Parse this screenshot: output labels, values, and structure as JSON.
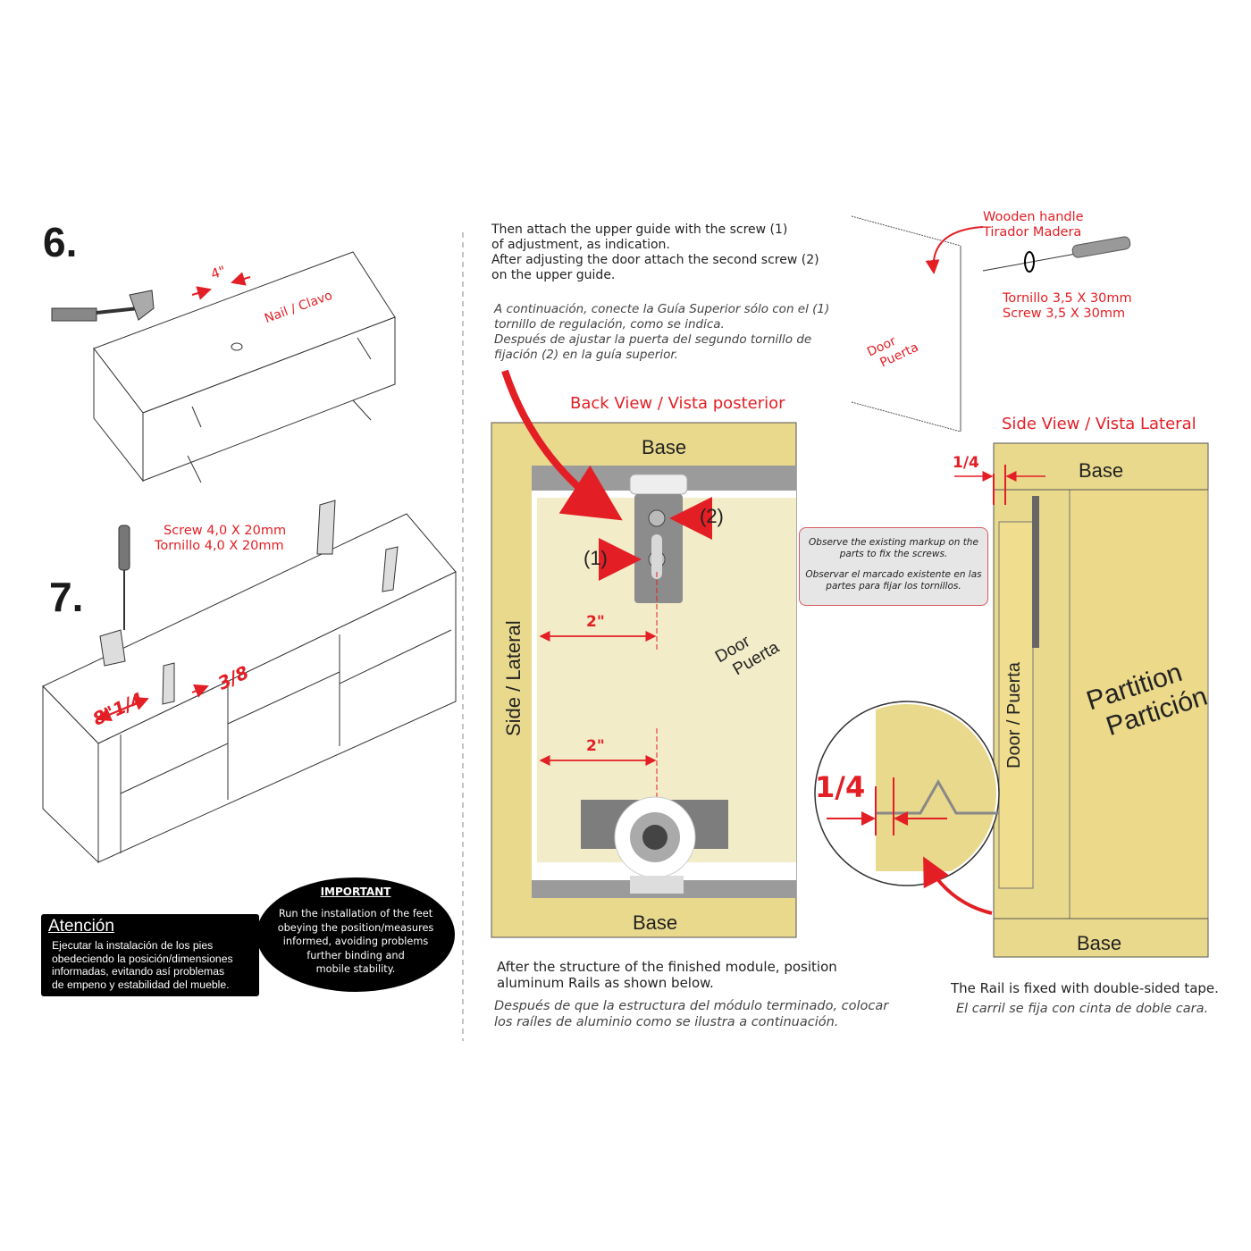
{
  "step6": {
    "number": "6.",
    "spacing": "4\"",
    "nail_label": "Nail / Clavo"
  },
  "step7": {
    "number": "7.",
    "screw_en": "Screw 4,0 X 20mm",
    "screw_es": "Tornillo 4,0 X 20mm",
    "dim_left": "8\"1/4",
    "dim_right": "3/8"
  },
  "attention": {
    "title": "Atención",
    "lines": [
      "Ejecutar la instalación de los pies",
      "obedeciendo la posición/dimensiones",
      "informadas, evitando así problemas",
      "de empeno y estabilidad del mueble."
    ]
  },
  "important": {
    "title": "IMPORTANT",
    "lines": [
      "Run the installation of the feet",
      "obeying the position/measures",
      "informed, avoiding problems",
      "further binding and",
      "mobile stability."
    ]
  },
  "instructions": {
    "en": [
      "Then attach the upper guide with the screw (1)",
      "of adjustment, as indication.",
      "After adjusting the door attach the second screw (2)",
      "on the upper guide."
    ],
    "es": [
      "A continuación, conecte la Guía Superior sólo con el (1)",
      "tornillo de regulación, como se indica.",
      "Después de ajustar la puerta del segundo tornillo de",
      "fijación (2) en la guía superior."
    ]
  },
  "handle": {
    "name_en": "Wooden handle",
    "name_es": "Tirador Madera",
    "screw_es": "Tornillo 3,5 X 30mm",
    "screw_en": "Screw 3,5 X 30mm",
    "door_en": "Door",
    "door_es": "Puerta"
  },
  "back_view": {
    "title": "Back View / Vista posterior",
    "base_top": "Base",
    "base_bottom": "Base",
    "side": "Side / Lateral",
    "door_en": "Door",
    "door_es": "Puerta",
    "screw1": "(1)",
    "screw2": "(2)",
    "dim_top": "2\"",
    "dim_bottom": "2\""
  },
  "note": {
    "en": [
      "Observe the existing markup on the",
      "parts to fix the screws."
    ],
    "es": [
      "Observar el marcado existente en las",
      "partes para fijar los tornillos."
    ]
  },
  "side_view": {
    "title": "Side View / Vista Lateral",
    "gap": "1/4",
    "base_top": "Base",
    "base_bottom": "Base",
    "door": "Door / Puerta",
    "partition_en": "Partition",
    "partition_es": "Partición",
    "gap_detail": "1/4"
  },
  "captions": {
    "rails_en": [
      "After the structure of the finished module, position",
      "aluminum Rails as shown below."
    ],
    "rails_es": [
      "Después de que la estructura del módulo terminado, colocar",
      "los raíles de aluminio como se ilustra a continuación."
    ],
    "tape_en": "The Rail is fixed with double-sided tape.",
    "tape_es": "El carril se fija con cinta de doble cara."
  },
  "colors": {
    "accent": "#e31e24",
    "wood": "#e9d98c",
    "door": "#f3ecc8",
    "rail": "#9b9b9b"
  }
}
